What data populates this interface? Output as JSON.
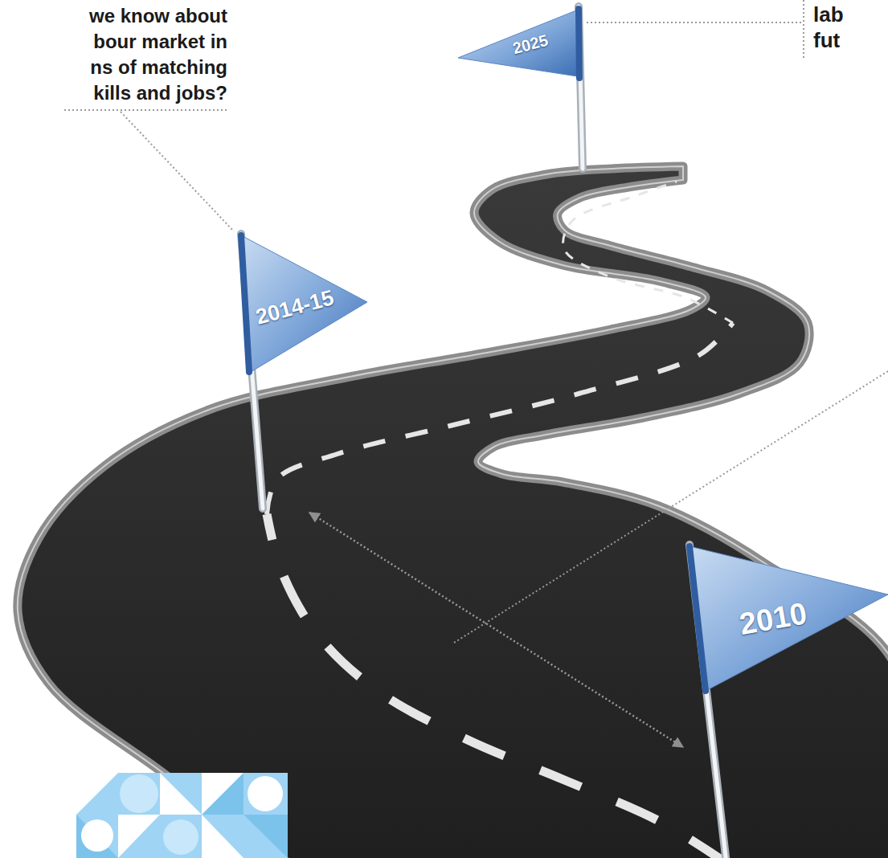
{
  "diagram": {
    "nodes": [
      {
        "text": [
          "2025"
        ]
      },
      {
        "text": [
          "2014-15"
        ]
      },
      {
        "text": [
          "2010"
        ]
      }
    ],
    "edges": [
      {
        "from": 1,
        "to": 2,
        "arrow": "both"
      }
    ],
    "labels": [
      "we know about bour market in ns of matching kills and jobs?",
      "lab fut"
    ]
  }
}
